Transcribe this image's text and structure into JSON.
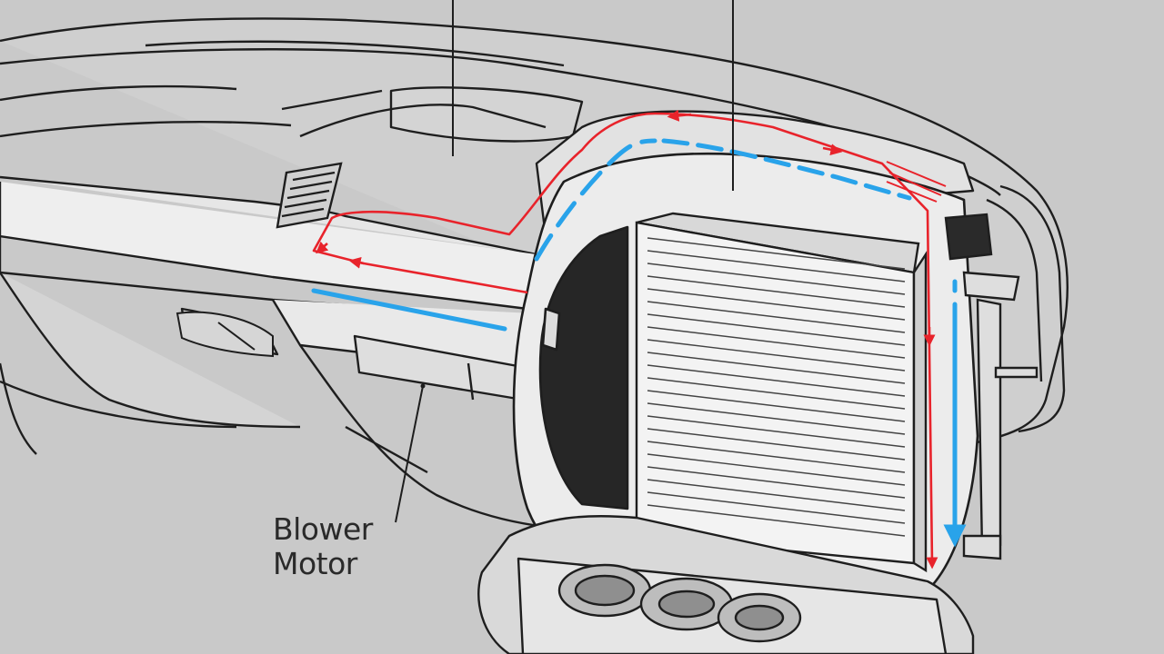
{
  "labels": [
    {
      "line1": "Blower",
      "line2": "Motor"
    }
  ],
  "colors": {
    "background": "#c9c9c9",
    "line": "#1e1e1e",
    "warm_air": "#e8232b",
    "cool_air": "#29a3ea",
    "opening": "#262626",
    "panel_light": "#ededed",
    "panel_mid": "#d8d8d8"
  },
  "icons": [
    "blower-motor-housing",
    "cabin-air-filter",
    "air-vent",
    "cup-holder"
  ]
}
